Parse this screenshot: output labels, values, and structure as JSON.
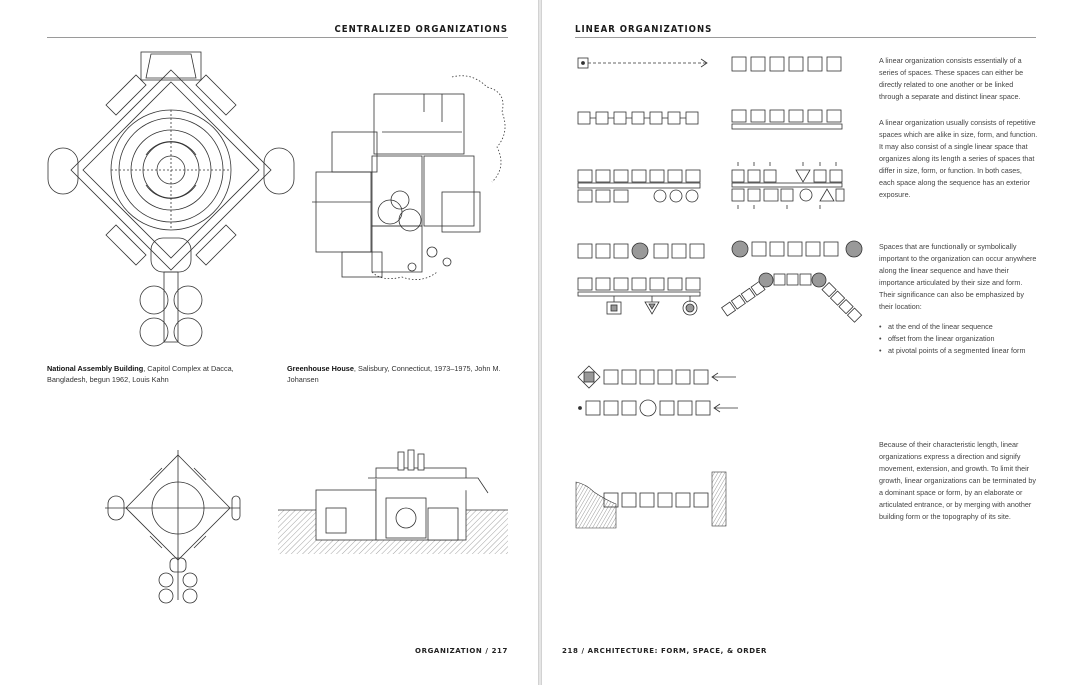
{
  "left_page": {
    "header": "CENTRALIZED ORGANIZATIONS",
    "caption_national": {
      "bold": "National Assembly Building",
      "text": ", Capitol Complex at Dacca, Bangladesh, begun 1962, Louis Kahn"
    },
    "caption_greenhouse": {
      "bold": "Greenhouse House",
      "text": ", Salisbury, Connecticut, 1973–1975, John M. Johansen"
    },
    "footer": "ORGANIZATION / 217"
  },
  "right_page": {
    "header": "LINEAR ORGANIZATIONS",
    "para1": "A linear organization consists essentially of a series of spaces. These spaces can either be directly related to one another or be linked through a separate and distinct linear space.",
    "para2": "A linear organization usually consists of repetitive spaces which are alike in size, form, and function. It may also consist of a single linear space that organizes along its length a series of spaces that differ in size, form, or function. In both cases, each space along the sequence has an exterior exposure.",
    "para3": "Spaces that are functionally or symbolically important to the organization can occur anywhere along the linear sequence and have their importance articulated by their size and form. Their significance can also be emphasized by their location:",
    "bullets": [
      "at the end of the linear sequence",
      "offset from the linear organization",
      "at pivotal points of a segmented linear form"
    ],
    "para4": "Because of their characteristic length, linear organizations express a direction and signify movement, extension, and growth. To limit their growth, linear organizations can be terminated by a dominant space or form, by an elaborate or articulated entrance, or by merging with another building form or the topography of its site.",
    "footer": "218 / ARCHITECTURE: FORM, SPACE, & ORDER"
  }
}
